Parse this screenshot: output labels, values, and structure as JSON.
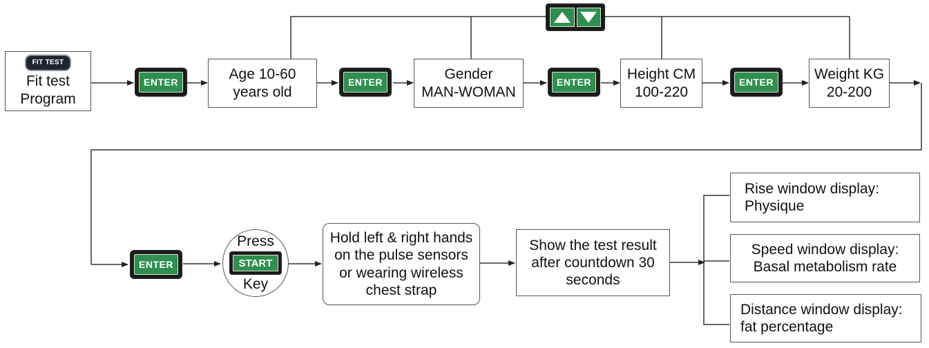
{
  "badge": "FIT TEST",
  "fit_test": {
    "line1": "Fit test",
    "line2": "Program"
  },
  "enter_label": "ENTER",
  "start_label": "START",
  "age": {
    "line1": "Age 10-60",
    "line2": "years old"
  },
  "gender": {
    "line1": "Gender",
    "line2": "MAN-WOMAN"
  },
  "height": {
    "line1": "Height CM",
    "line2": "100-220"
  },
  "weight": {
    "line1": "Weight KG",
    "line2": "20-200"
  },
  "press": {
    "line1": "Press",
    "line2": "Key"
  },
  "hold": {
    "line1": "Hold left & right hands",
    "line2": "on the pulse sensors",
    "line3": "or wearing wireless",
    "line4": "chest strap"
  },
  "show": {
    "line1": "Show the test result",
    "line2": "after countdown 30",
    "line3": "seconds"
  },
  "rise": {
    "line1": "Rise window display:",
    "line2": "Physique"
  },
  "speed": {
    "line1": "Speed window display:",
    "line2": "Basal metabolism rate"
  },
  "distance": {
    "line1": "Distance window display:",
    "line2": "fat percentage"
  },
  "colors": {
    "key_green": "#2f8f4e",
    "key_frame": "#1a1a1a",
    "line": "#333333"
  },
  "icons": [
    "up-arrow-icon",
    "down-arrow-icon"
  ]
}
